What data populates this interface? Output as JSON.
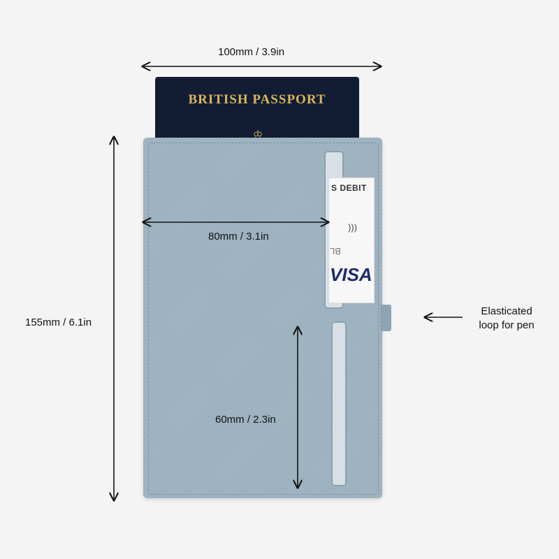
{
  "product": {
    "passport_title": "BRITISH PASSPORT",
    "card_text": "S DEBIT",
    "card_number_fragment": "BL",
    "card_brand": "VISA",
    "card_nfc_icon": "contactless-icon"
  },
  "dimensions": {
    "width_label": "100mm / 3.9in",
    "inner_width_label": "80mm / 3.1in",
    "height_label": "155mm / 6.1in",
    "pen_slot_label": "60mm / 2.3in"
  },
  "callouts": {
    "loop_label_line1": "Elasticated",
    "loop_label_line2": "loop for pen"
  },
  "colors": {
    "background": "#f4f4f4",
    "wallet": "#9fb4c3",
    "passport": "#121d33",
    "passport_gold": "#d8b75e",
    "visa_blue": "#1d2a6b"
  }
}
